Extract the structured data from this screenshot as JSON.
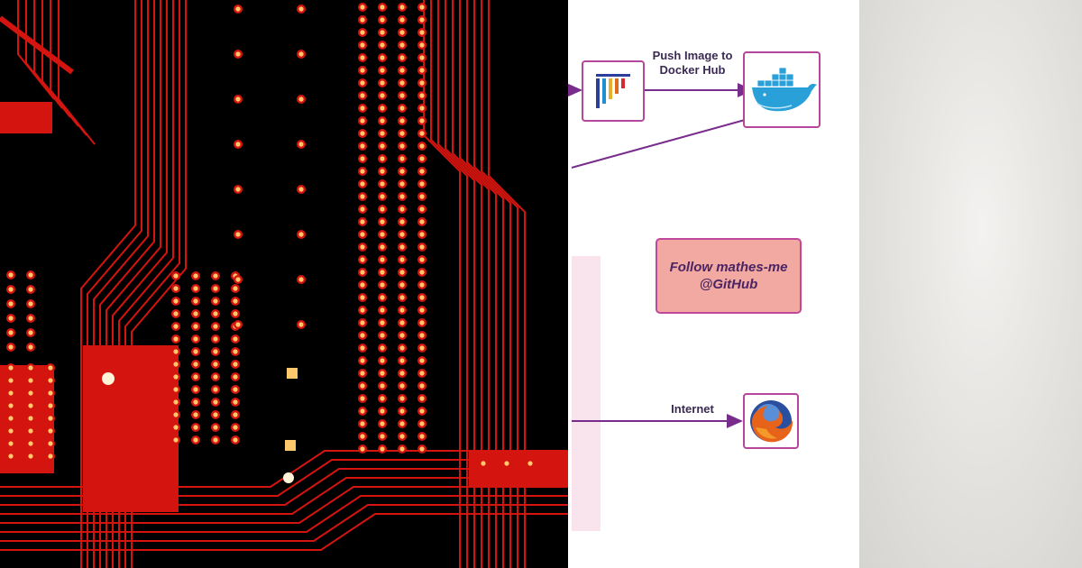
{
  "panels": {
    "pcb_background": "#000000",
    "trace_color": "#d4140f",
    "pad_color": "#ffc96b",
    "diagram_background": "#ffffff",
    "blur_background": "#e2e0dd"
  },
  "diagram": {
    "push_label": "Push Image to Docker Hub",
    "internet_label": "Internet",
    "follow_text": "Follow mathes-me @GitHub",
    "arrow_color": "#7a2c8c",
    "box_border_color": "#b5469a",
    "follow_fill": "#f2a9a1",
    "icons": {
      "registry": "container-registry-icon",
      "dockerhub": "docker-whale-icon",
      "browser": "firefox-icon"
    }
  }
}
